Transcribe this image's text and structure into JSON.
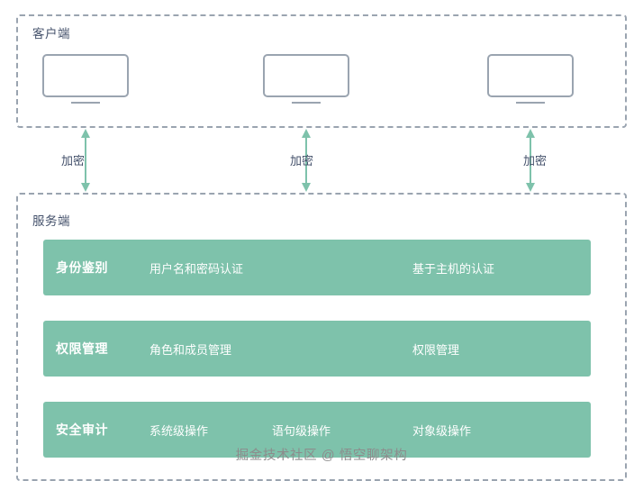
{
  "diagram": {
    "client_zone": {
      "label": "客户端",
      "devices": [
        {
          "name": "client-monitor-1"
        },
        {
          "name": "client-monitor-2"
        },
        {
          "name": "client-monitor-3"
        }
      ]
    },
    "connections": [
      {
        "label": "加密"
      },
      {
        "label": "加密"
      },
      {
        "label": "加密"
      }
    ],
    "server_zone": {
      "label": "服务端",
      "rows": [
        {
          "title": "身份鉴别",
          "items": [
            "用户名和密码认证",
            "基于主机的认证"
          ]
        },
        {
          "title": "权限管理",
          "items": [
            "角色和成员管理",
            "权限管理"
          ]
        },
        {
          "title": "安全审计",
          "items": [
            "系统级操作",
            "语句级操作",
            "对象级操作"
          ]
        }
      ]
    },
    "watermark": "掘金技术社区 @ 悟空聊架构",
    "colors": {
      "row_fill": "#7ec2ab",
      "outline": "#9aa4b0",
      "text_dark": "#44516b",
      "text_light": "#ffffff",
      "watermark": "#8c8c8c"
    }
  }
}
